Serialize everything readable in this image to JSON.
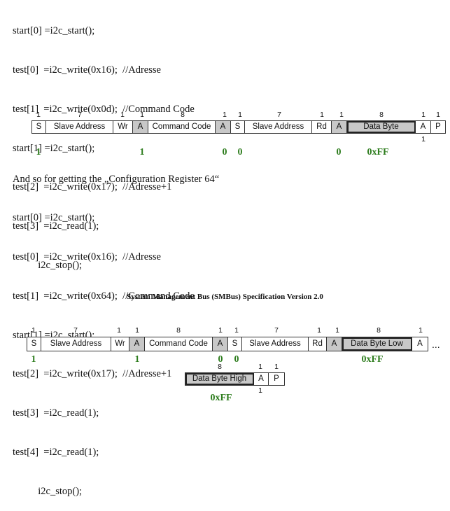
{
  "code_block_1": {
    "lines": [
      "start[0] =i2c_start();",
      "test[0]  =i2c_write(0x16);  //Adresse",
      "test[1]  =i2c_write(0x0d);  //Command Code",
      "start[1] =i2c_start();",
      "test[2]  =i2c_write(0x17);  //Adresse+1",
      "test[3]  =i2c_read(1);",
      "          i2c_stop();"
    ]
  },
  "diagram_1": {
    "bit_counts": [
      "1",
      "7",
      "1",
      "1",
      "8",
      "1",
      "1",
      "7",
      "1",
      "1",
      "8",
      "1",
      "1"
    ],
    "fields": [
      "S",
      "Slave Address",
      "Wr",
      "A",
      "Command Code",
      "A",
      "S",
      "Slave Address",
      "Rd",
      "A",
      "Data Byte",
      "A",
      "P"
    ],
    "below_marker": "1",
    "annotations": [
      "1",
      "1",
      "0",
      "0",
      "0",
      "0xFF"
    ]
  },
  "paragraph": "And so for getting the „Configuration Register 64“",
  "code_block_2": {
    "lines": [
      "start[0] =i2c_start();",
      "test[0]  =i2c_write(0x16);  //Adresse",
      "test[1]  =i2c_write(0x64);  //Command Code",
      "start[1] =i2c_start();",
      "test[2]  =i2c_write(0x17);  //Adresse+1",
      "test[3]  =i2c_read(1);",
      "test[4]  =i2c_read(1);",
      "          i2c_stop();"
    ]
  },
  "reference_title": "System Management Bus (SMBus) Specification Version 2.0",
  "diagram_2": {
    "bit_counts": [
      "1",
      "7",
      "1",
      "1",
      "8",
      "1",
      "1",
      "7",
      "1",
      "1",
      "8",
      "1"
    ],
    "fields": [
      "S",
      "Slave Address",
      "Wr",
      "A",
      "Command Code",
      "A",
      "S",
      "Slave Address",
      "Rd",
      "A",
      "Data Byte Low",
      "A"
    ],
    "ellipsis": "...",
    "annotations": [
      "1",
      "1",
      "0",
      "0",
      "0xFF"
    ],
    "continuation": {
      "bit_counts": [
        "8",
        "1",
        "1"
      ],
      "fields": [
        "Data Byte High",
        "A",
        "P"
      ],
      "below_marker": "1",
      "annotation": "0xFF"
    }
  },
  "colors": {
    "annotation_green": "#2e7d1e",
    "grey_field": "#c8c8c8"
  }
}
